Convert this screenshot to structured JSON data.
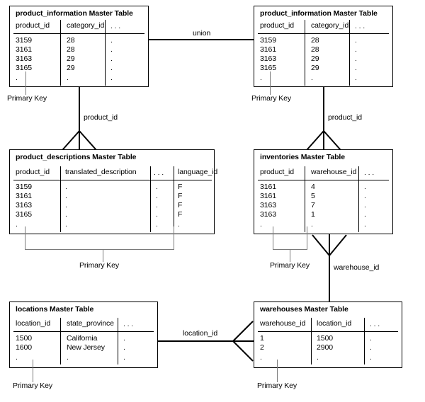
{
  "diagram": {
    "title_suffix": "Master Table",
    "primary_key_label": "Primary Key",
    "ellipsis": ". . .",
    "dot": ".",
    "colors": {
      "line": "#000000",
      "bracket": "#7a7a7a",
      "background": "#ffffff"
    }
  },
  "tables": {
    "product_information_left": {
      "name": "product_information Master Table",
      "columns": [
        "product_id",
        "category_id",
        ". . ."
      ],
      "rows": [
        [
          "3159",
          "28",
          "."
        ],
        [
          "3161",
          "28",
          "."
        ],
        [
          "3163",
          "29",
          "."
        ],
        [
          "3165",
          "29",
          "."
        ],
        [
          ".",
          ".",
          "."
        ]
      ],
      "primary_key_label": "Primary Key",
      "primary_key_columns": [
        "product_id"
      ]
    },
    "product_information_right": {
      "name": "product_information Master Table",
      "columns": [
        "product_id",
        "category_id",
        ". . ."
      ],
      "rows": [
        [
          "3159",
          "28",
          "."
        ],
        [
          "3161",
          "28",
          "."
        ],
        [
          "3163",
          "29",
          "."
        ],
        [
          "3165",
          "29",
          "."
        ],
        [
          ".",
          ".",
          "."
        ]
      ],
      "primary_key_label": "Primary Key",
      "primary_key_columns": [
        "product_id"
      ]
    },
    "product_descriptions": {
      "name": "product_descriptions Master Table",
      "columns": [
        "product_id",
        "translated_description",
        ". . .",
        "language_id"
      ],
      "rows": [
        [
          "3159",
          ".",
          ".",
          "F"
        ],
        [
          "3161",
          ".",
          ".",
          "F"
        ],
        [
          "3163",
          ".",
          ".",
          "F"
        ],
        [
          "3165",
          ".",
          ".",
          "F"
        ],
        [
          ".",
          ".",
          ".",
          "."
        ]
      ],
      "primary_key_label": "Primary Key",
      "primary_key_columns": [
        "product_id",
        "language_id"
      ]
    },
    "inventories": {
      "name": "inventories Master Table",
      "columns": [
        "product_id",
        "warehouse_id",
        ". . ."
      ],
      "rows": [
        [
          "3161",
          "4",
          "."
        ],
        [
          "3161",
          "5",
          "."
        ],
        [
          "3163",
          "7",
          "."
        ],
        [
          "3163",
          "1",
          "."
        ],
        [
          ".",
          ".",
          "."
        ]
      ],
      "primary_key_label": "Primary Key",
      "primary_key_columns": [
        "product_id",
        "warehouse_id"
      ]
    },
    "locations": {
      "name": "locations Master Table",
      "columns": [
        "location_id",
        "state_province",
        ". . ."
      ],
      "rows": [
        [
          "1500",
          "California",
          "."
        ],
        [
          "1600",
          "New Jersey",
          "."
        ],
        [
          ".",
          ".",
          "."
        ]
      ],
      "primary_key_label": "Primary Key",
      "primary_key_columns": [
        "location_id"
      ]
    },
    "warehouses": {
      "name": "warehouses Master Table",
      "columns": [
        "warehouse_id",
        "location_id",
        ". . ."
      ],
      "rows": [
        [
          "1",
          "1500",
          "."
        ],
        [
          "2",
          "2900",
          "."
        ],
        [
          ".",
          ".",
          "."
        ]
      ],
      "primary_key_label": "Primary Key",
      "primary_key_columns": [
        "warehouse_id"
      ]
    }
  },
  "relationships": [
    {
      "id": "union",
      "label": "union",
      "from": "product_information_left",
      "to": "product_information_right"
    },
    {
      "id": "pi-left-to-pd",
      "label": "product_id",
      "from": "product_information_left",
      "to": "product_descriptions"
    },
    {
      "id": "pi-right-to-inv",
      "label": "product_id",
      "from": "product_information_right",
      "to": "inventories"
    },
    {
      "id": "inv-to-wh",
      "label": "warehouse_id",
      "from": "warehouses",
      "to": "inventories"
    },
    {
      "id": "loc-to-wh",
      "label": "location_id",
      "from": "locations",
      "to": "warehouses"
    }
  ]
}
